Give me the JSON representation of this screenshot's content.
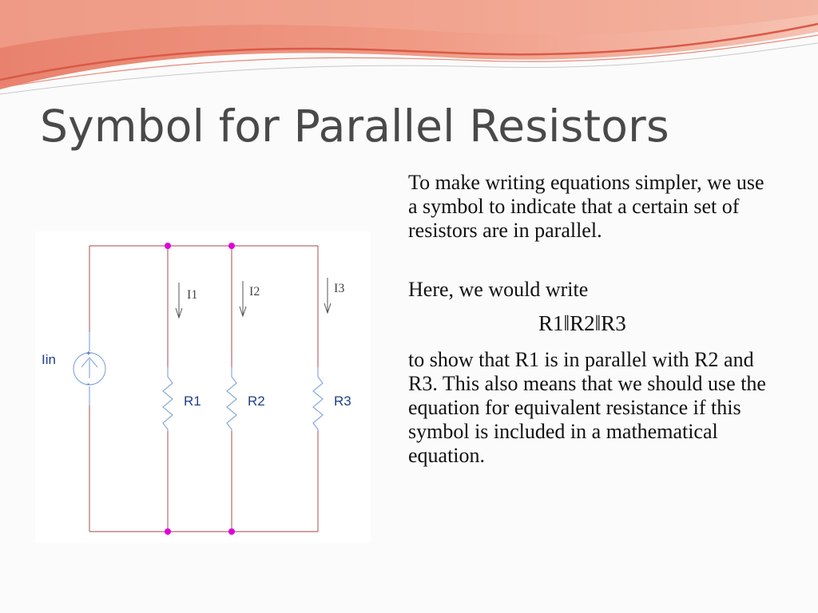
{
  "slide": {
    "title": "Symbol for Parallel Resistors",
    "paragraphs": {
      "intro": "To make writing equations simpler, we use a symbol to indicate that a certain set of resistors are in parallel.",
      "here": "Here, we would write",
      "equation": "R1‖R2‖R3",
      "explanation": "to show that R1 is in parallel with R2 and R3.  This also means that we should use the equation for equivalent resistance if this symbol is included in a mathematical equation."
    }
  },
  "circuit": {
    "source_label": "Iin",
    "source_plus": "+",
    "source_minus": "-",
    "currents": [
      "I1",
      "I2",
      "I3"
    ],
    "resistors": [
      "R1",
      "R2",
      "R3"
    ],
    "colors": {
      "wire": "#b86a6a",
      "node": "#e000e0",
      "component": "#88aadd",
      "label": "#1f3f8f",
      "swoosh_dark": "#e66a50",
      "swoosh_light": "#f6c4b0"
    }
  }
}
